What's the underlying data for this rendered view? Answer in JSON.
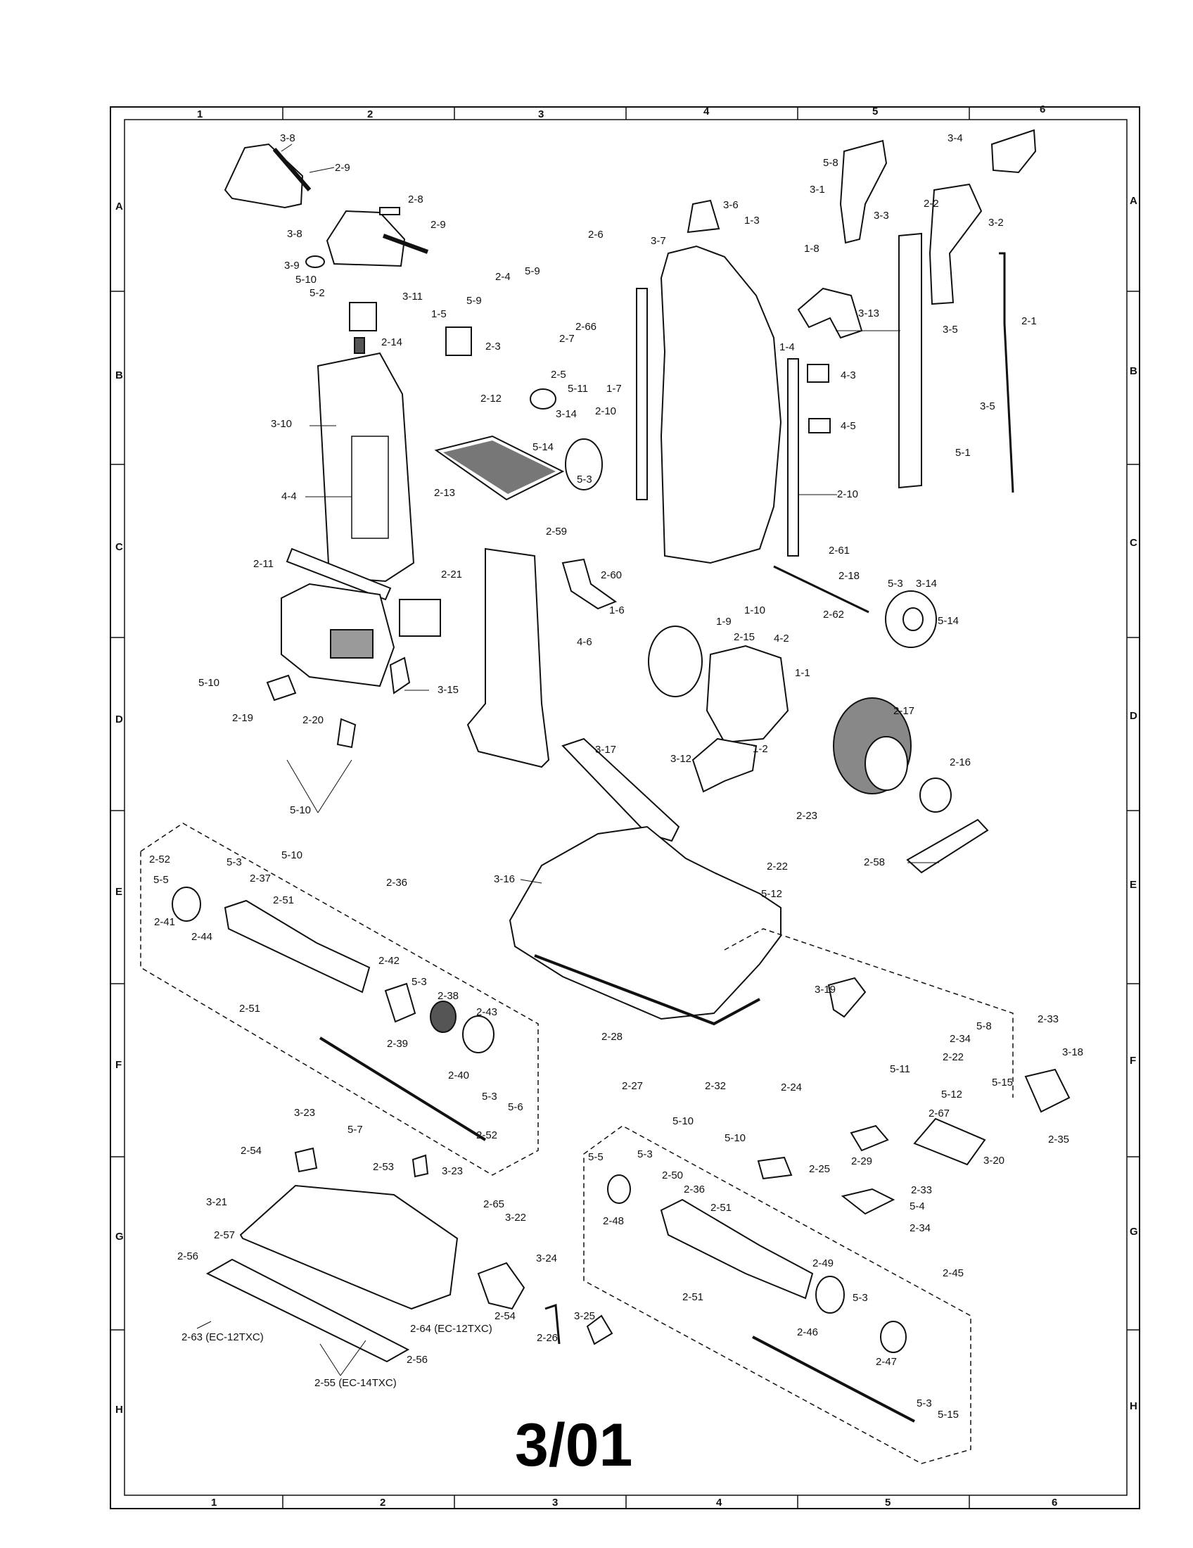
{
  "date_stamp": "3/01",
  "grid": {
    "columns": [
      "1",
      "2",
      "3",
      "4",
      "5",
      "6"
    ],
    "rows": [
      "A",
      "B",
      "C",
      "D",
      "E",
      "F",
      "G",
      "H"
    ]
  },
  "variants": {
    "a": "2-63 (EC-12TXC)",
    "b": "2-64 (EC-12TXC)",
    "c": "2-55 (EC-14TXC)"
  },
  "callouts": {
    "c001": "3-8",
    "c002": "2-9",
    "c003": "2-8",
    "c004": "3-8",
    "c005": "2-9",
    "c006": "3-9",
    "c007": "5-10",
    "c008": "5-2",
    "c009": "3-11",
    "c010": "2-14",
    "c011": "3-10",
    "c012": "4-4",
    "c013": "2-11",
    "c014": "2-21",
    "c015": "5-10",
    "c016": "3-15",
    "c017": "2-19",
    "c018": "2-20",
    "c019": "5-10",
    "c020": "1-5",
    "c021": "5-9",
    "c022": "2-4",
    "c023": "5-9",
    "c024": "2-3",
    "c025": "2-6",
    "c026": "2-66",
    "c027": "2-7",
    "c028": "2-5",
    "c029": "5-11",
    "c030": "1-7",
    "c031": "2-12",
    "c032": "2-10",
    "c033": "3-14",
    "c034": "5-14",
    "c035": "5-3",
    "c036": "2-13",
    "c037": "3-7",
    "c038": "3-6",
    "c039": "1-3",
    "c040": "1-8",
    "c041": "3-13",
    "c042": "1-4",
    "c043": "4-3",
    "c044": "4-5",
    "c045": "2-10",
    "c046": "2-59",
    "c047": "2-60",
    "c048": "1-6",
    "c049": "1-9",
    "c050": "1-10",
    "c051": "4-2",
    "c052": "2-61",
    "c053": "2-18",
    "c054": "2-62",
    "c055": "5-3",
    "c056": "3-14",
    "c057": "5-14",
    "c058": "5-8",
    "c059": "3-4",
    "c060": "3-1",
    "c061": "2-2",
    "c062": "3-2",
    "c063": "3-3",
    "c064": "3-5",
    "c065": "2-1",
    "c066": "3-5",
    "c067": "5-1",
    "c068": "4-6",
    "c069": "2-15",
    "c070": "1-1",
    "c071": "1-2",
    "c072": "2-17",
    "c073": "2-16",
    "c074": "2-58",
    "c075": "3-12",
    "c076": "3-17",
    "c077": "2-23",
    "c078": "2-22",
    "c079": "5-12",
    "c080": "3-16",
    "c081": "2-52",
    "c082": "5-3",
    "c083": "5-10",
    "c084": "5-5",
    "c085": "2-37",
    "c086": "2-36",
    "c087": "2-51",
    "c088": "2-41",
    "c089": "2-44",
    "c090": "2-42",
    "c091": "5-3",
    "c092": "2-38",
    "c093": "2-43",
    "c094": "2-51",
    "c095": "2-39",
    "c096": "2-40",
    "c097": "5-3",
    "c098": "5-6",
    "c099": "2-52",
    "c100": "2-28",
    "c101": "2-27",
    "c102": "2-32",
    "c103": "5-10",
    "c104": "2-24",
    "c105": "5-10",
    "c106": "2-25",
    "c107": "3-19",
    "c108": "2-29",
    "c109": "2-33",
    "c110": "5-4",
    "c111": "2-34",
    "c112": "5-11",
    "c113": "2-22",
    "c114": "5-12",
    "c115": "2-67",
    "c116": "3-20",
    "c117": "2-34",
    "c118": "5-8",
    "c119": "2-33",
    "c120": "5-15",
    "c121": "3-18",
    "c122": "2-35",
    "c123": "3-23",
    "c124": "5-7",
    "c125": "2-53",
    "c126": "3-23",
    "c127": "2-54",
    "c128": "3-21",
    "c129": "2-57",
    "c130": "2-56",
    "c131": "2-65",
    "c132": "3-22",
    "c133": "3-24",
    "c134": "2-54",
    "c135": "3-25",
    "c136": "2-26",
    "c137": "2-56",
    "c138": "5-5",
    "c139": "5-3",
    "c140": "2-50",
    "c141": "2-36",
    "c142": "2-51",
    "c143": "2-48",
    "c144": "2-49",
    "c145": "2-45",
    "c146": "2-51",
    "c147": "5-3",
    "c148": "2-46",
    "c149": "2-47",
    "c150": "5-3",
    "c151": "5-15"
  }
}
